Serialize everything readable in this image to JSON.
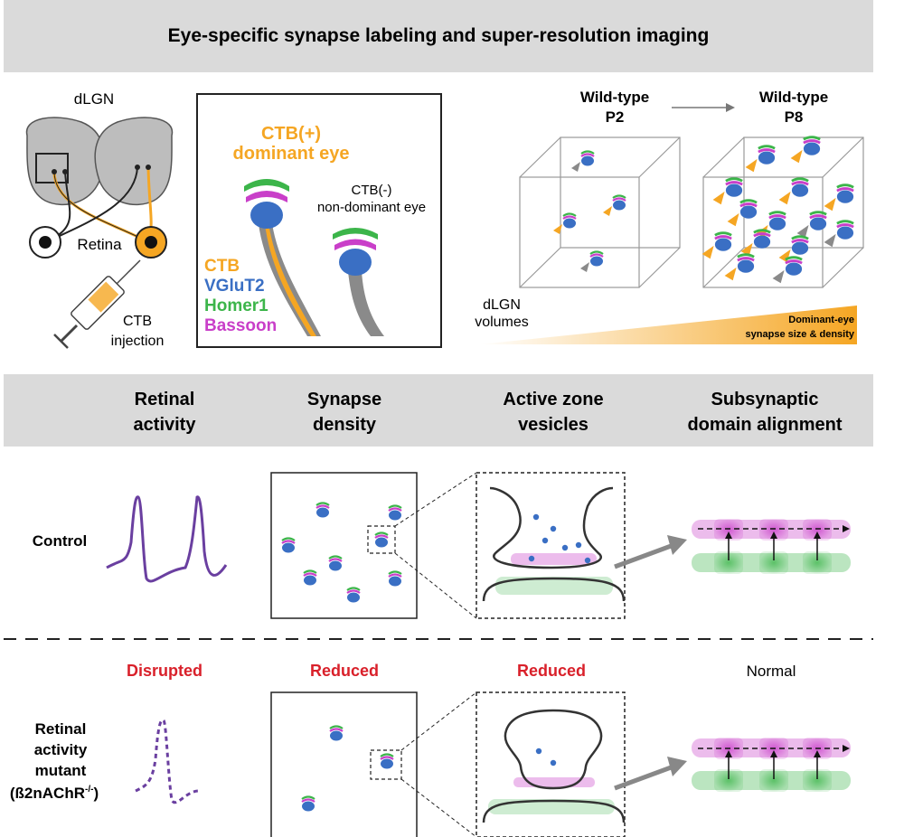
{
  "banner": {
    "title": "Eye-specific synapse labeling and super-resolution imaging"
  },
  "schematic": {
    "dlgn": "dLGN",
    "retina": "Retina",
    "ctb_line1": "CTB",
    "ctb_line2": "injection"
  },
  "inset": {
    "dominant_line1": "CTB(+)",
    "dominant_line2": "dominant eye",
    "nondominant_line1": "CTB(-)",
    "nondominant_line2": "non-dominant eye",
    "legend": [
      "CTB",
      "VGluT2",
      "Homer1",
      "Bassoon"
    ],
    "colors": {
      "ctb": "#f5a623",
      "vglut2": "#3a6fc4",
      "homer1": "#3cb54a",
      "bassoon": "#c93fc9"
    }
  },
  "volumes": {
    "p2_line1": "Wild-type",
    "p2_line2": "P2",
    "p8_line1": "Wild-type",
    "p8_line2": "P8",
    "dlgn_line1": "dLGN",
    "dlgn_line2": "volumes",
    "gradient_line1": "Dominant-eye",
    "gradient_line2": "synapse size & density"
  },
  "columns": {
    "c1_line1": "Retinal",
    "c1_line2": "activity",
    "c2_line1": "Synapse",
    "c2_line2": "density",
    "c3_line1": "Active zone",
    "c3_line2": "vesicles",
    "c4_line1": "Subsynaptic",
    "c4_line2": "domain alignment"
  },
  "rows": {
    "control": "Control",
    "mutant_line1": "Retinal",
    "mutant_line2": "activity",
    "mutant_line3": "mutant",
    "mutant_line4": "(ß2nAChR",
    "mutant_sup": "-/-",
    "mutant_close": ")"
  },
  "outcomes": {
    "activity": "Disrupted",
    "density": "Reduced",
    "vesicles": "Reduced",
    "alignment": "Normal"
  },
  "colors": {
    "accent_red": "#d9202a",
    "purple": "#6a3fa0",
    "banner_gray": "#dadada"
  }
}
